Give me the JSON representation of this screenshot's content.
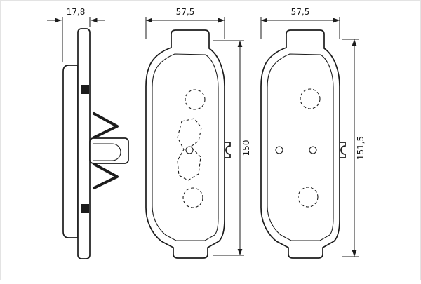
{
  "drawing": {
    "background": "#ffffff",
    "line_color": "#1c1c1c",
    "dimensions": {
      "side_thickness": "17,8",
      "pad1_width": "57,5",
      "pad2_width": "57,5",
      "pad1_height": "150",
      "pad2_height": "151,5"
    }
  }
}
